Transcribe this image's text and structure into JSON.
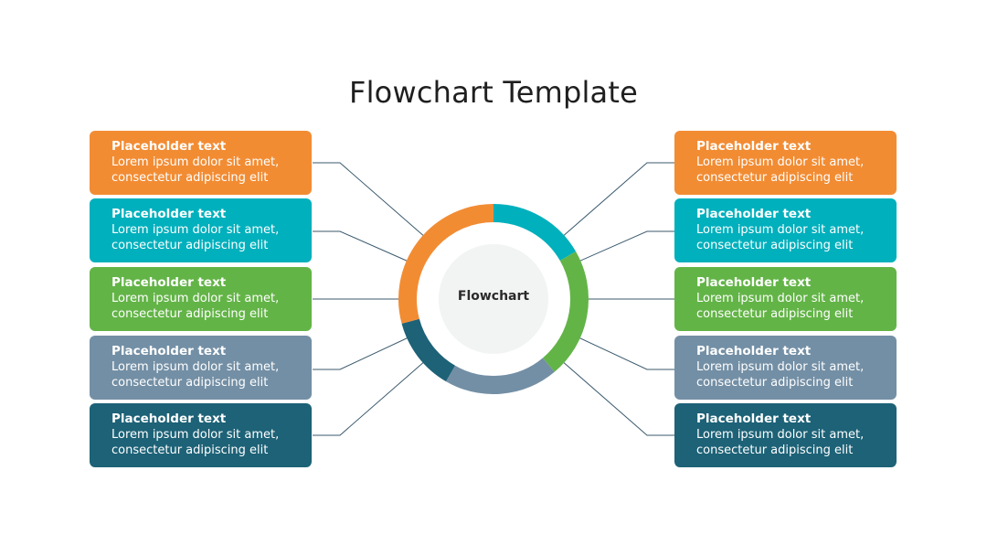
{
  "title": "Flowchart Template",
  "center": {
    "label": "Flowchart"
  },
  "colors": {
    "orange": "#f28c33",
    "teal": "#00b0bd",
    "green": "#63b447",
    "slate": "#738fa5",
    "navy": "#1d6277",
    "line": "#3b5a6e",
    "center_fill": "#f2f3f3"
  },
  "cards_left": [
    {
      "heading": "Placeholder text",
      "line1": "Lorem ipsum dolor sit amet,",
      "line2": "consectetur adipiscing elit",
      "color": "#f28c33"
    },
    {
      "heading": "Placeholder text",
      "line1": "Lorem ipsum dolor sit amet,",
      "line2": "consectetur adipiscing elit",
      "color": "#00b0bd"
    },
    {
      "heading": "Placeholder text",
      "line1": "Lorem ipsum dolor sit amet,",
      "line2": "consectetur adipiscing elit",
      "color": "#63b447"
    },
    {
      "heading": "Placeholder text",
      "line1": "Lorem ipsum dolor sit amet,",
      "line2": "consectetur adipiscing elit",
      "color": "#738fa5"
    },
    {
      "heading": "Placeholder text",
      "line1": "Lorem ipsum dolor sit amet,",
      "line2": "consectetur adipiscing elit",
      "color": "#1d6277"
    }
  ],
  "cards_right": [
    {
      "heading": "Placeholder text",
      "line1": "Lorem ipsum dolor sit amet,",
      "line2": "consectetur adipiscing elit",
      "color": "#f28c33"
    },
    {
      "heading": "Placeholder text",
      "line1": "Lorem ipsum dolor sit amet,",
      "line2": "consectetur adipiscing elit",
      "color": "#00b0bd"
    },
    {
      "heading": "Placeholder text",
      "line1": "Lorem ipsum dolor sit amet,",
      "line2": "consectetur adipiscing elit",
      "color": "#63b447"
    },
    {
      "heading": "Placeholder text",
      "line1": "Lorem ipsum dolor sit amet,",
      "line2": "consectetur adipiscing elit",
      "color": "#738fa5"
    },
    {
      "heading": "Placeholder text",
      "line1": "Lorem ipsum dolor sit amet,",
      "line2": "consectetur adipiscing elit",
      "color": "#1d6277"
    }
  ]
}
